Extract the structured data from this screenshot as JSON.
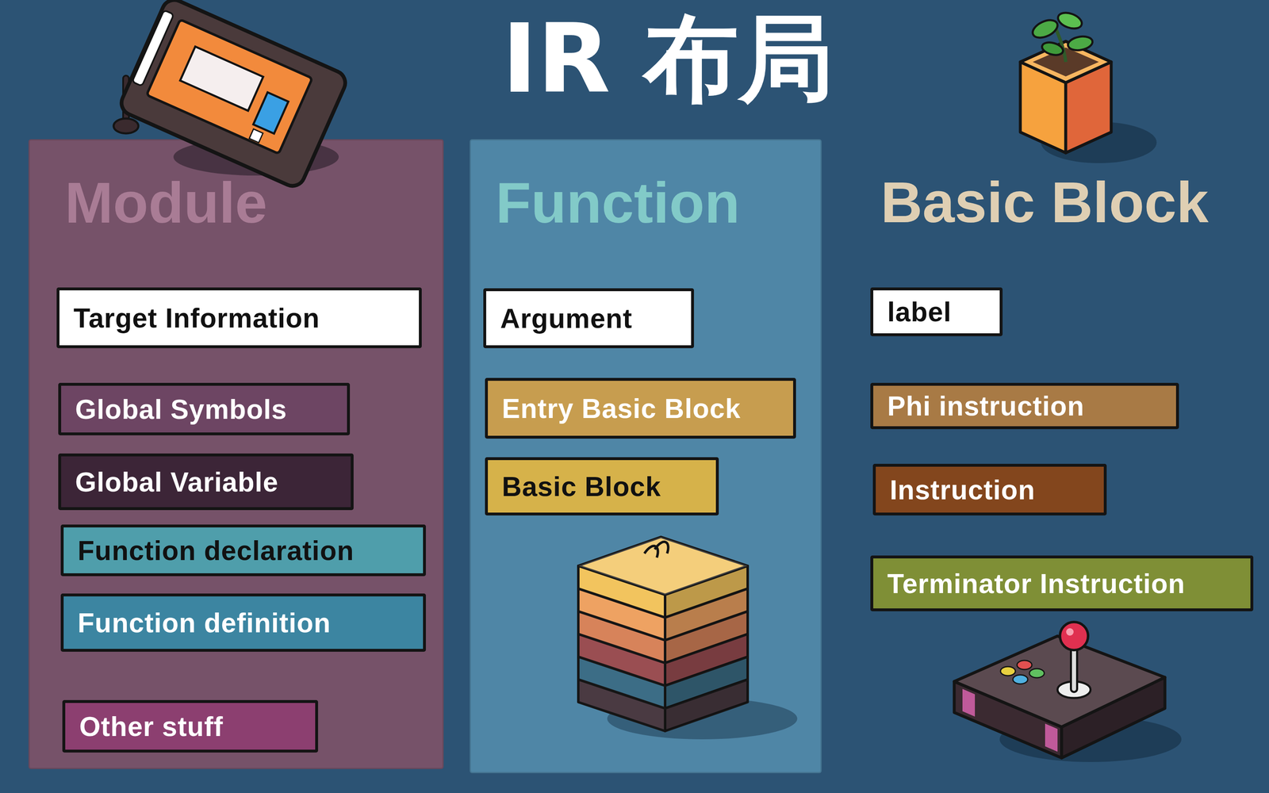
{
  "diagram": {
    "title": "IR 布局",
    "nodes": [
      {
        "text": [
          "Module"
        ]
      },
      {
        "text": [
          "Target Information"
        ],
        "in": 0
      },
      {
        "text": [
          "Global Symbols"
        ],
        "in": 0
      },
      {
        "text": [
          "Global Variable"
        ],
        "in": 0
      },
      {
        "text": [
          "Function declaration"
        ],
        "in": 0
      },
      {
        "text": [
          "Function definition"
        ],
        "in": 0
      },
      {
        "text": [
          "Other stuff"
        ],
        "in": 0
      },
      {
        "text": [
          "Function"
        ]
      },
      {
        "text": [
          "Argument"
        ],
        "in": 7
      },
      {
        "text": [
          "Entry Basic Block"
        ],
        "in": 7
      },
      {
        "text": [
          "Basic Block"
        ],
        "in": 7
      },
      {
        "text": [
          "label"
        ]
      },
      {
        "text": [
          "Phi instruction"
        ]
      },
      {
        "text": [
          "Instruction"
        ]
      },
      {
        "text": [
          "Terminator Instruction"
        ]
      }
    ],
    "labels": [
      "Basic Block"
    ]
  }
}
